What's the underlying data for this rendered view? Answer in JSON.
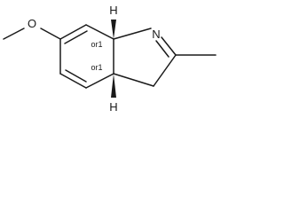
{
  "atoms": {
    "oxygen": "O",
    "nitrogen": "N",
    "hydrogen_top": "H",
    "hydrogen_bottom": "H"
  },
  "stereo": {
    "top": "or1",
    "bottom": "or1"
  }
}
